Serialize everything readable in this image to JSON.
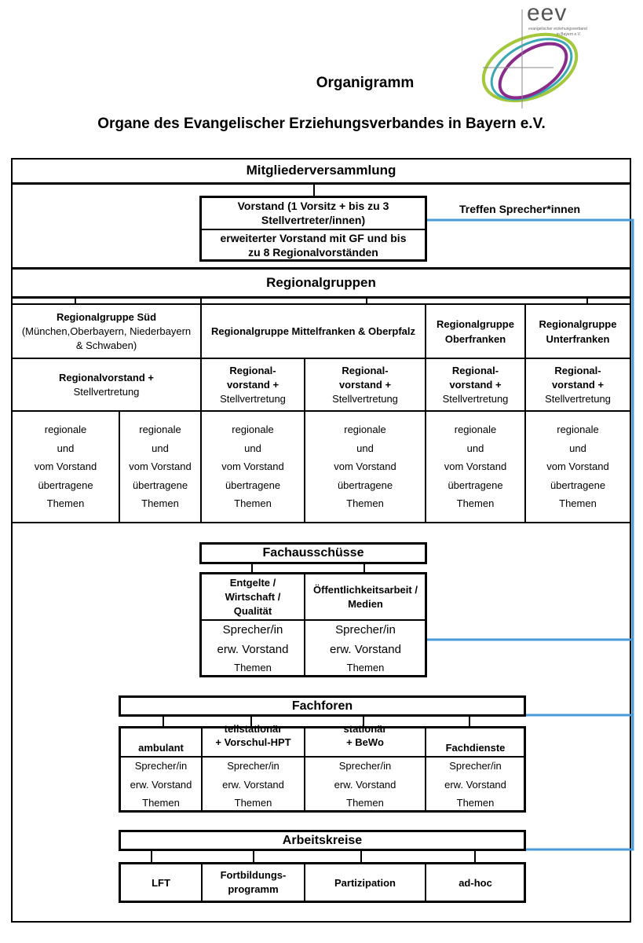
{
  "logo": {
    "text": "eev",
    "subtext_1": "evangelischer erziehungsverband",
    "subtext_2": "in Bayern e.V."
  },
  "title": "Organigramm",
  "subtitle": "Organe des Evangelischer Erziehungsverbandes in Bayern e.V.",
  "colors": {
    "accent_blue": "#4a9ad8",
    "logo_green": "#a4c83c",
    "logo_purple": "#8a2a8a",
    "logo_teal": "#3aa8b4"
  },
  "mitgliederversammlung": "Mitgliederversammlung",
  "vorstand": {
    "line1": "Vorstand (1 Vorsitz + bis zu 3",
    "line2": "Stellvertreter/innen)",
    "ext1": "erweiterter Vorstand mit GF und bis",
    "ext2": "zu 8 Regionalvorständen"
  },
  "sprecher_treffen": "Treffen Sprecher*innen",
  "regionalgruppen": {
    "title": "Regionalgruppen",
    "sued": {
      "name": "Regionalgruppe Süd",
      "detail1": "(München,Oberbayern, Niederbayern",
      "detail2": "& Schwaben)"
    },
    "mittelfranken": "Regionalgruppe Mittelfranken & Oberpfalz",
    "oberfranken": {
      "l1": "Regionalgruppe",
      "l2": "Oberfranken"
    },
    "unterfranken": {
      "l1": "Regionalgruppe",
      "l2": "Unterfranken"
    },
    "rv_sued": {
      "l1": "Regionalvorstand +",
      "l2": "Stellvertretung"
    },
    "rv": {
      "l1": "Regional-",
      "l2": "vorstand +",
      "l3": "Stellvertretung"
    },
    "themen": {
      "l1": "regionale",
      "l2": "und",
      "l3": "vom Vorstand",
      "l4": "übertragene",
      "l5": "Themen"
    }
  },
  "fachausschuesse": {
    "title": "Fachausschüsse",
    "col1": {
      "l1": "Entgelte /",
      "l2": "Wirtschaft /",
      "l3": "Qualität"
    },
    "col2": {
      "l1": "Öffentlichkeitsarbeit /",
      "l2": "Medien"
    },
    "sprecher": "Sprecher/in",
    "erw": "erw. Vorstand",
    "themen": "Themen"
  },
  "fachforen": {
    "title": "Fachforen",
    "ambulant": "ambulant",
    "teilstationaer": {
      "l1": "teilstationär",
      "l2": "+ Vorschul-HPT"
    },
    "stationaer": {
      "l1": "stationär",
      "l2": "+ BeWo"
    },
    "fachdienste": "Fachdienste",
    "sprecher": "Sprecher/in",
    "erw": "erw. Vorstand",
    "themen": "Themen"
  },
  "arbeitskreise": {
    "title": "Arbeitskreise",
    "lft": "LFT",
    "fortbildung": {
      "l1": "Fortbildungs-",
      "l2": "programm"
    },
    "partizipation": "Partizipation",
    "adhoc": "ad-hoc"
  }
}
